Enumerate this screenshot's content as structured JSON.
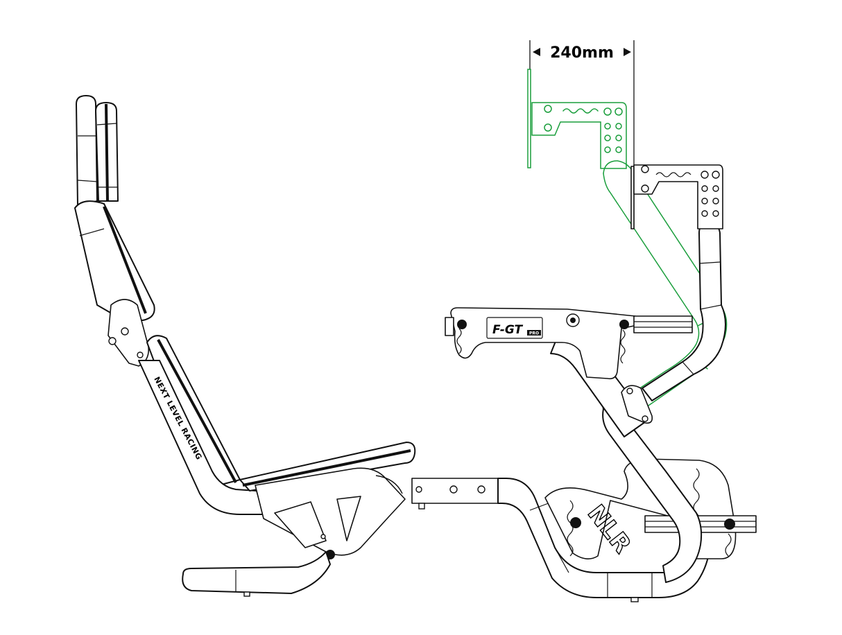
{
  "dimension": {
    "label": "240mm",
    "arrow_left": "◀",
    "arrow_right": "▶"
  },
  "branding": {
    "seat_side_text": "NEXT LEVEL RACING",
    "armrest_logo": "F-GT",
    "armrest_logo_sub": "PRO",
    "base_logo": "NLR"
  },
  "colors": {
    "line": "#111111",
    "adjustment_highlight": "#1a9e3c",
    "background": "#ffffff"
  }
}
